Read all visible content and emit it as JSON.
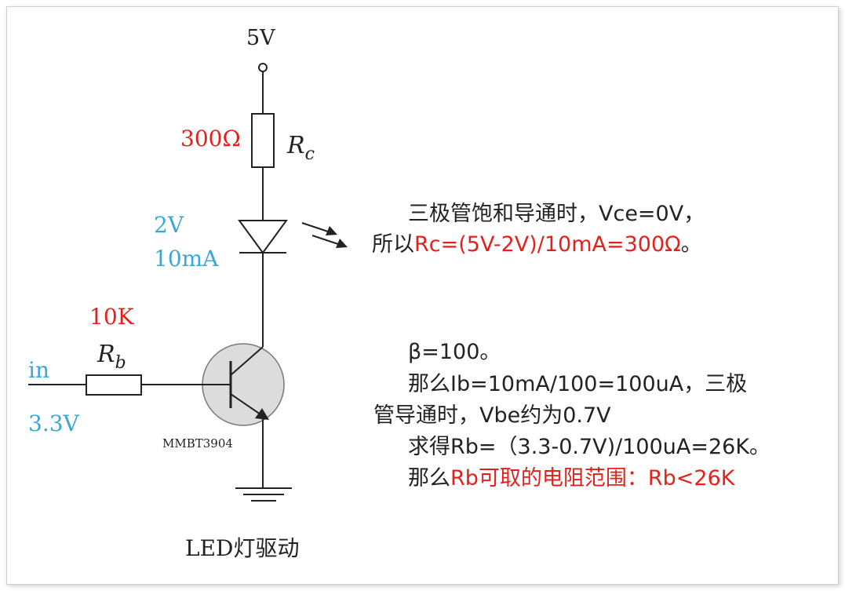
{
  "colors": {
    "red": "#e1211b",
    "blue": "#3aa7d6",
    "black": "#222222",
    "transistor_fill": "#dcdcdc"
  },
  "circuit": {
    "supply_label": "5V",
    "rc_value": "300Ω",
    "rc_name": "R",
    "rc_sub": "c",
    "led_voltage": "2V",
    "led_current": "10mA",
    "rb_value": "10K",
    "rb_name": "R",
    "rb_sub": "b",
    "input_label": "in",
    "input_voltage": "3.3V",
    "transistor_model": "MMBT3904",
    "caption": "LED灯驱动"
  },
  "notes": {
    "block1_line1": "三极管饱和导通时，Vce=0V，",
    "block1_line2_prefix": "所以",
    "block1_line2_formula": "Rc=(5V-2V)/10mA=300Ω",
    "block1_line2_suffix": "。",
    "block2_line1": "β=100。",
    "block2_line2": "那么Ib=10mA/100=100uA，三极",
    "block2_line3": "管导通时，Vbe约为0.7V",
    "block2_line4": "求得Rb=（3.3-0.7V)/100uA=26K。",
    "block2_line5_prefix": "那么",
    "block2_line5_highlight": "Rb可取的电阻范围：Rb<26K"
  }
}
